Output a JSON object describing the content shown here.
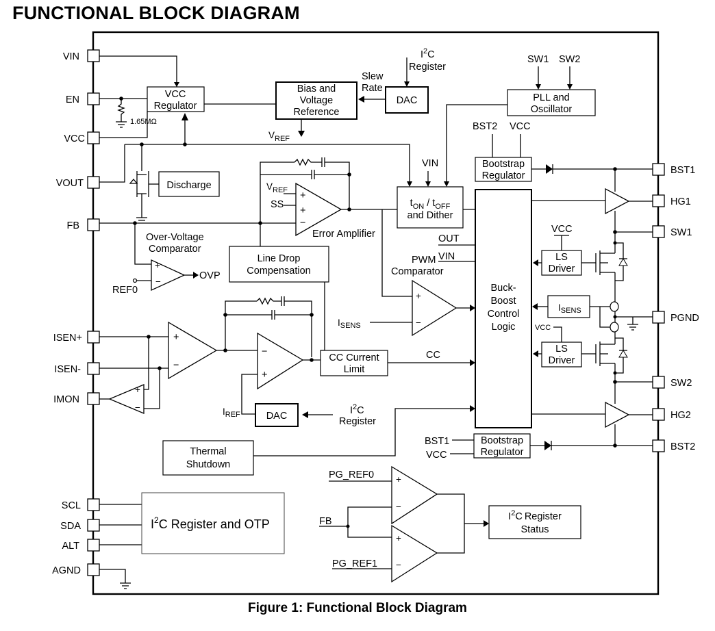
{
  "title": "FUNCTIONAL BLOCK DIAGRAM",
  "caption": "Figure 1: Functional Block Diagram",
  "pins": {
    "left": [
      "VIN",
      "EN",
      "VCC",
      "VOUT",
      "FB",
      "ISEN+",
      "ISEN-",
      "IMON",
      "SCL",
      "SDA",
      "ALT",
      "AGND"
    ],
    "right": [
      "BST1",
      "HG1",
      "SW1",
      "PGND",
      "SW2",
      "HG2",
      "BST2"
    ]
  },
  "blocks": {
    "vcc_regulator": "VCC Regulator",
    "bias_ref_1": "Bias and",
    "bias_ref_2": "Voltage",
    "bias_ref_3": "Reference",
    "dac_top": "DAC",
    "pll_1": "PLL and",
    "pll_2": "Oscillator",
    "bootstrap_1": "Bootstrap",
    "bootstrap_2": "Regulator",
    "discharge": "Discharge",
    "ton_toff_2": "and Dither",
    "line_drop_1": "Line Drop",
    "line_drop_2": "Compensation",
    "control_1": "Buck-",
    "control_2": "Boost",
    "control_3": "Control",
    "control_4": "Logic",
    "ls_driver_1": "LS",
    "ls_driver_2": "Driver",
    "cc_limit_1": "CC Current",
    "cc_limit_2": "Limit",
    "dac_iref": "DAC",
    "thermal_1": "Thermal",
    "thermal_2": "Shutdown",
    "i2c_reg_otp": "Register and OTP",
    "i2c_status_1": "Register",
    "i2c_status_2": "Status"
  },
  "labels": {
    "i2c_register_word": "Register",
    "slew": "Slew",
    "rate": "Rate",
    "sw1": "SW1",
    "sw2": "SW2",
    "bst2": "BST2",
    "vcc": "VCC",
    "bst1": "BST1",
    "vin": "VIN",
    "vref_v": "V",
    "vref_sub": "REF",
    "resistor": "1.65MΩ",
    "ss": "SS",
    "error_amp": "Error Amplifier",
    "ovp_comp_1": "Over-Voltage",
    "ovp_comp_2": "Comparator",
    "ovp": "OVP",
    "ref0": "REF0",
    "out": "OUT",
    "pwm_1": "PWM",
    "pwm_2": "Comparator",
    "isens_i": "I",
    "isens_sub": "SENS",
    "cc": "CC",
    "iref_sub": "REF",
    "pg_ref0": "PG_REF0",
    "pg_ref1": "PG_REF1",
    "fb": "FB",
    "ton_on": "ON",
    "ton_off": "OFF",
    "ton_t": "t",
    "ton_sep": " / t",
    "i2c_i": "I",
    "i2c_2": "2",
    "i2c_c": "C"
  }
}
